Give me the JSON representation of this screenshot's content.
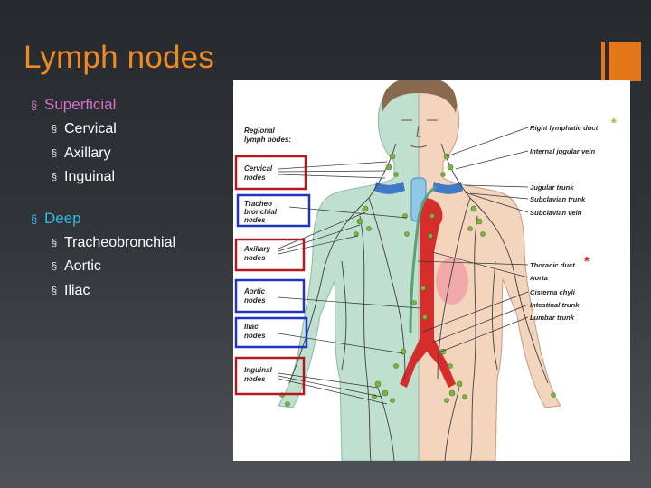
{
  "slide": {
    "title": "Lymph nodes",
    "accent_color": "#e5771b",
    "title_color": "#ee8a22"
  },
  "bullets": [
    {
      "label": "Superficial",
      "color": "#d770c9",
      "children": [
        "Cervical",
        "Axillary",
        "Inguinal"
      ]
    },
    {
      "label": "Deep",
      "color": "#37b7e9",
      "children": [
        "Tracheobronchial",
        "Aortic",
        "Iliac"
      ]
    }
  ],
  "figure": {
    "header": [
      "Regional",
      "lymph nodes:"
    ],
    "left_labels": [
      {
        "lines": [
          "Cervical",
          "nodes"
        ],
        "box": "red"
      },
      {
        "lines": [
          "Tracheo",
          "bronchial",
          "nodes"
        ],
        "box": "blue"
      },
      {
        "lines": [
          "Axillary",
          "nodes"
        ],
        "box": "red"
      },
      {
        "lines": [
          "Aortic",
          "nodes"
        ],
        "box": "blue"
      },
      {
        "lines": [
          "Iliac",
          "nodes"
        ],
        "box": "blue"
      },
      {
        "lines": [
          "Inguinal",
          "nodes"
        ],
        "box": "red"
      }
    ],
    "right_labels": [
      "Right lymphatic duct",
      "Internal jugular vein",
      "Jugular trunk",
      "Subclavian trunk",
      "Subclavian vein",
      "Thoracic duct",
      "Aorta",
      "Cisterna chyli",
      "Intestinal trunk",
      "Lumbar trunk"
    ],
    "asterisk": "*",
    "box_colors": {
      "red": "#b3181c",
      "blue": "#2034c4"
    }
  }
}
